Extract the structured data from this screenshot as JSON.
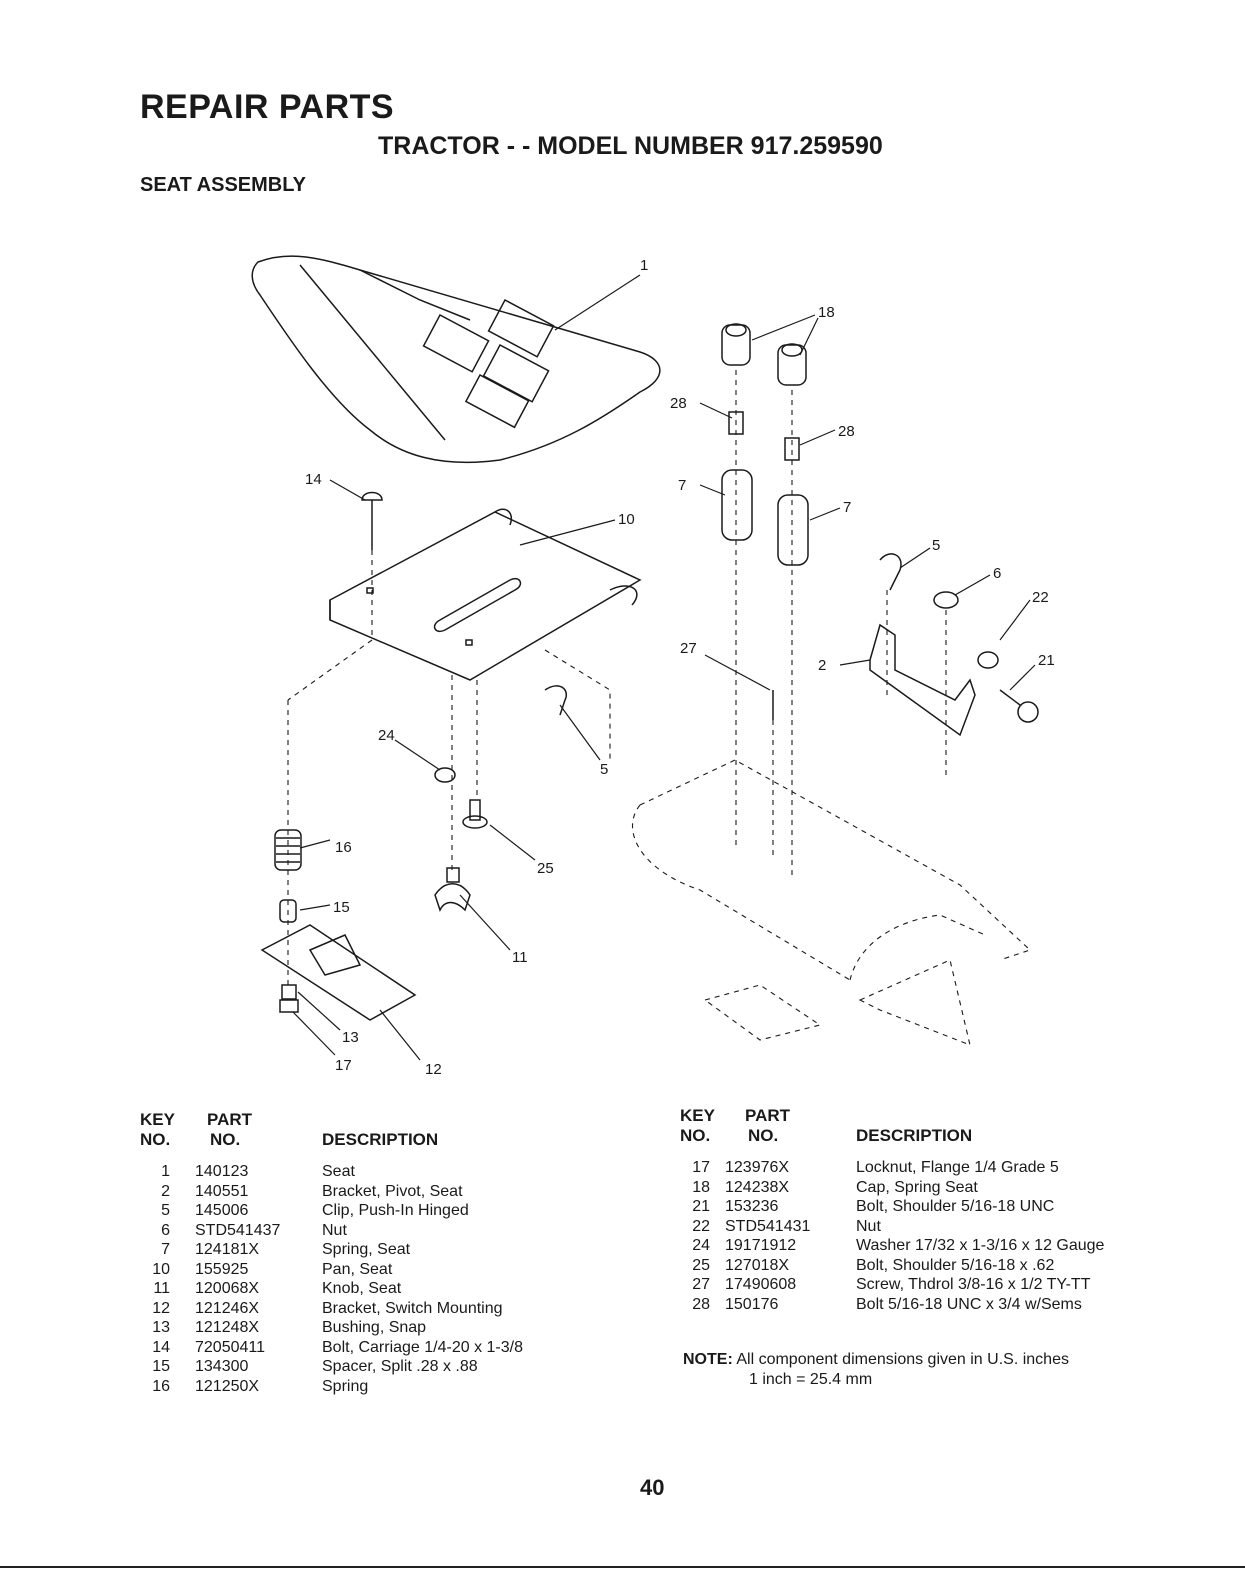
{
  "header": {
    "title": "REPAIR PARTS",
    "subtitle": "TRACTOR - - MODEL NUMBER 917.259590",
    "section": "SEAT ASSEMBLY"
  },
  "diagram": {
    "callouts": [
      "1",
      "18",
      "28",
      "28",
      "7",
      "7",
      "14",
      "10",
      "5",
      "6",
      "22",
      "27",
      "2",
      "21",
      "24",
      "5",
      "16",
      "25",
      "15",
      "11",
      "13",
      "17",
      "12"
    ]
  },
  "table_left": {
    "col_key": "KEY",
    "col_key2": "NO.",
    "col_part": "PART",
    "col_part2": "NO.",
    "col_desc": "DESCRIPTION",
    "rows": [
      {
        "key": "1",
        "part": "140123",
        "desc": "Seat"
      },
      {
        "key": "2",
        "part": "140551",
        "desc": "Bracket, Pivot, Seat"
      },
      {
        "key": "5",
        "part": "145006",
        "desc": "Clip, Push-In Hinged"
      },
      {
        "key": "6",
        "part": "STD541437",
        "desc": "Nut"
      },
      {
        "key": "7",
        "part": "124181X",
        "desc": "Spring, Seat"
      },
      {
        "key": "10",
        "part": "155925",
        "desc": "Pan, Seat"
      },
      {
        "key": "11",
        "part": "120068X",
        "desc": "Knob, Seat"
      },
      {
        "key": "12",
        "part": "121246X",
        "desc": "Bracket, Switch Mounting"
      },
      {
        "key": "13",
        "part": "121248X",
        "desc": "Bushing, Snap"
      },
      {
        "key": "14",
        "part": "72050411",
        "desc": "Bolt, Carriage  1/4-20 x 1-3/8"
      },
      {
        "key": "15",
        "part": "134300",
        "desc": "Spacer, Split  .28 x  .88"
      },
      {
        "key": "16",
        "part": "121250X",
        "desc": "Spring"
      }
    ]
  },
  "table_right": {
    "col_key": "KEY",
    "col_key2": "NO.",
    "col_part": "PART",
    "col_part2": "NO.",
    "col_desc": "DESCRIPTION",
    "rows": [
      {
        "key": "17",
        "part": "123976X",
        "desc": "Locknut, Flange  1/4 Grade 5"
      },
      {
        "key": "18",
        "part": "124238X",
        "desc": "Cap, Spring Seat"
      },
      {
        "key": "21",
        "part": "153236",
        "desc": "Bolt, Shoulder  5/16-18 UNC"
      },
      {
        "key": "22",
        "part": "STD541431",
        "desc": "Nut"
      },
      {
        "key": "24",
        "part": "19171912",
        "desc": "Washer  17/32 x 1-3/16 x 12 Gauge"
      },
      {
        "key": "25",
        "part": "127018X",
        "desc": "Bolt, Shoulder  5/16-18 x .62"
      },
      {
        "key": "27",
        "part": "17490608",
        "desc": "Screw, Thdrol 3/8-16 x 1/2 TY-TT"
      },
      {
        "key": "28",
        "part": "150176",
        "desc": "Bolt 5/16-18 UNC x 3/4 w/Sems"
      }
    ]
  },
  "note": {
    "label": "NOTE:",
    "line1": "All component dimensions given in U.S. inches",
    "line2": "1 inch = 25.4 mm"
  },
  "page_number": "40"
}
